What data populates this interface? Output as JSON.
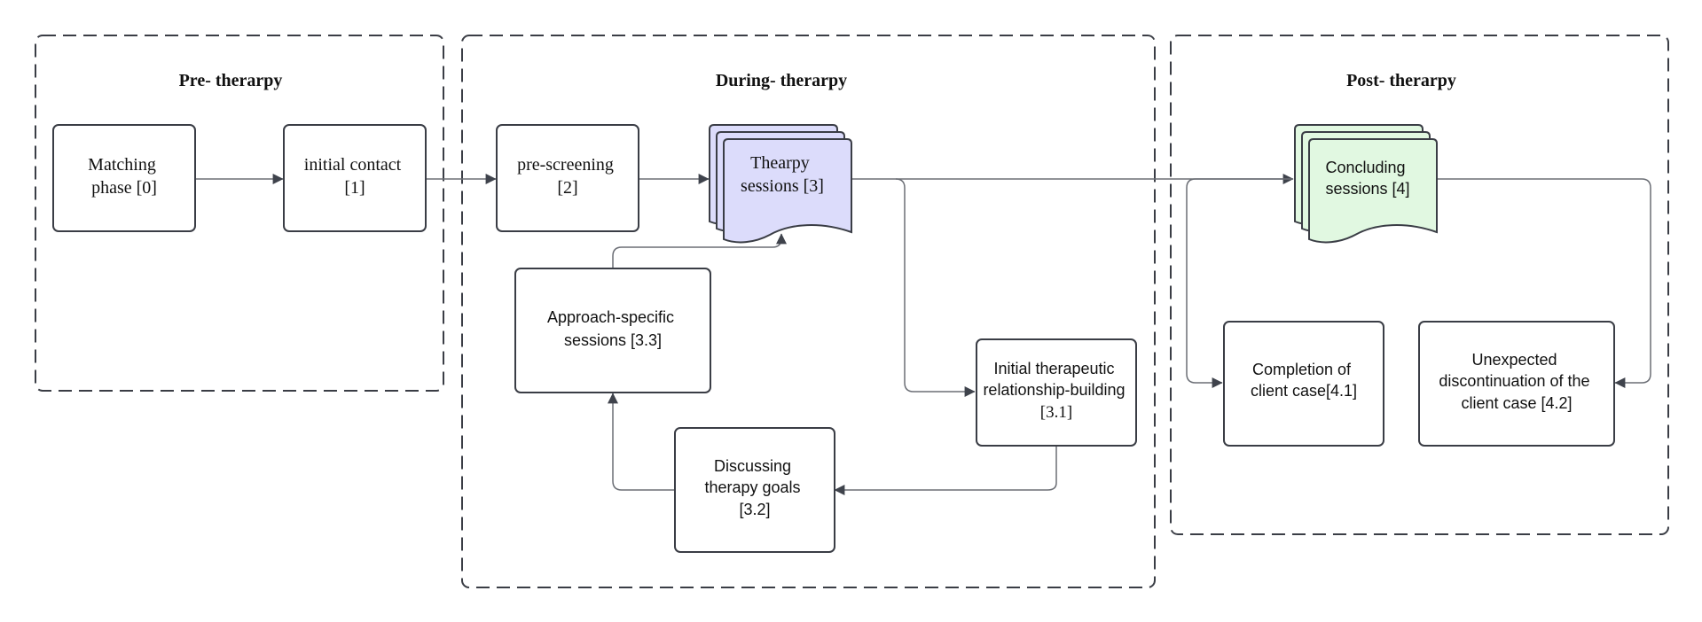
{
  "colors": {
    "stroke": "#3a3d45",
    "edge": "#6b6e75",
    "arrow": "#3f434c",
    "therapy_fill": "#dcdcfb",
    "concluding_fill": "#e1f8e1",
    "box_fill": "#ffffff"
  },
  "groups": {
    "pre": {
      "title": "Pre- therarpy"
    },
    "during": {
      "title": "During- therarpy"
    },
    "post": {
      "title": "Post- therarpy"
    }
  },
  "nodes": {
    "matching": {
      "line1": "Matching",
      "line2": "phase [0]"
    },
    "initial_contact": {
      "line1": "initial  contact",
      "line2": "[1]"
    },
    "pre_screening": {
      "line1": "pre-screening",
      "line2": "[2]"
    },
    "therapy_sessions": {
      "line1": "Thearpy",
      "line2": "sessions [3]"
    },
    "approach_specific": {
      "line1": "Approach-specific",
      "line2": "sessions [3.3]"
    },
    "relationship_building": {
      "line1": "Initial therapeutic",
      "line2": "relationship-building",
      "line3": "[3.1]"
    },
    "therapy_goals": {
      "line1": "Discussing",
      "line2": "therapy goals",
      "line3": "[3.2]"
    },
    "concluding_sessions": {
      "line1": "Concluding",
      "line2": "sessions [4]"
    },
    "completion": {
      "line1": "Completion of",
      "line2": "client case[4.1]"
    },
    "discontinuation": {
      "line1": "Unexpected",
      "line2": "discontinuation of the",
      "line3": "client case [4.2]"
    }
  }
}
